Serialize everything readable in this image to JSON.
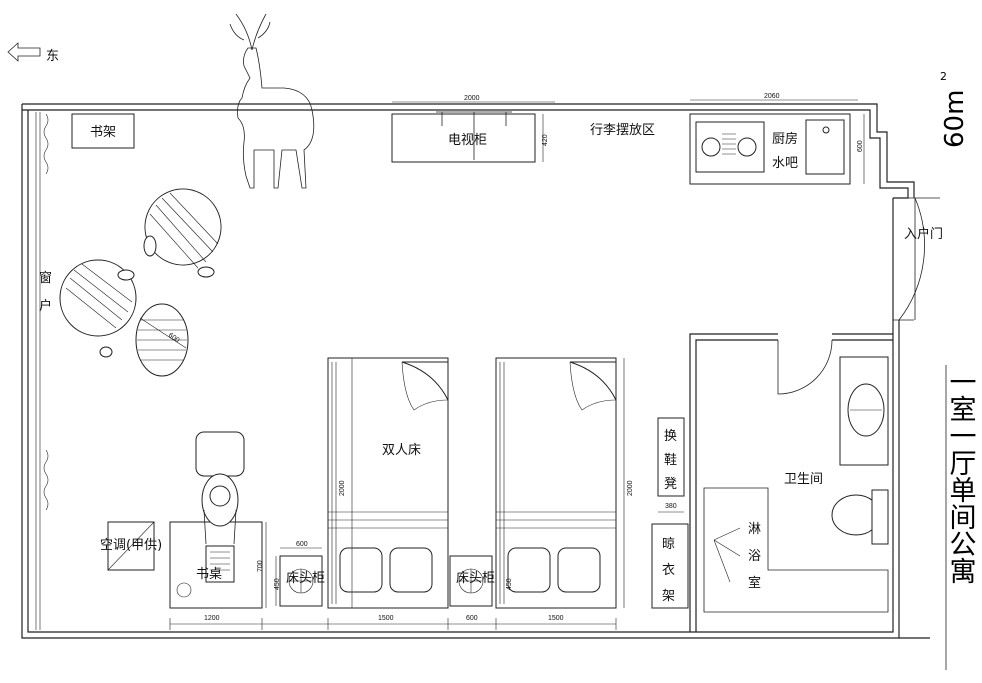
{
  "compass": {
    "direction": "东",
    "arrow_icon": "left-arrow-icon"
  },
  "area": {
    "value": "60",
    "unit": "m",
    "sup": "2"
  },
  "plan_title": "一室一厅单间公寓",
  "rooms": {
    "bookshelf": "书架",
    "tv_cabinet": "电视柜",
    "luggage_area": "行李摆放区",
    "kitchen": "厨房",
    "bar": "水吧",
    "entrance_door": "入户门",
    "window_1": "窗",
    "window_2": "户",
    "double_bed": "双人床",
    "shoe_bench": [
      "换",
      "鞋",
      "凳"
    ],
    "bathroom": "卫生间",
    "drying_rack": [
      "晾",
      "衣",
      "架"
    ],
    "shower": [
      "淋",
      "浴",
      "室"
    ],
    "air_conditioner": "空调(甲供)",
    "desk": "书桌",
    "nightstand_1": "床头柜",
    "nightstand_2": "床头柜"
  },
  "dimensions": {
    "tv_width": "2000",
    "tv_depth": "420",
    "kitchen_width": "2060",
    "kitchen_depth": "600",
    "bed1_length": "2000",
    "bed2_length": "2000",
    "bed1_width": "1500",
    "bed2_width": "1500",
    "nightstand_gap": "600",
    "nightstand_width": "600",
    "nightstand_depth_1": "450",
    "nightstand_depth_2": "450",
    "desk_width": "1200",
    "desk_depth": "700",
    "shoe_bench_width": "380",
    "table_dia": "600"
  }
}
